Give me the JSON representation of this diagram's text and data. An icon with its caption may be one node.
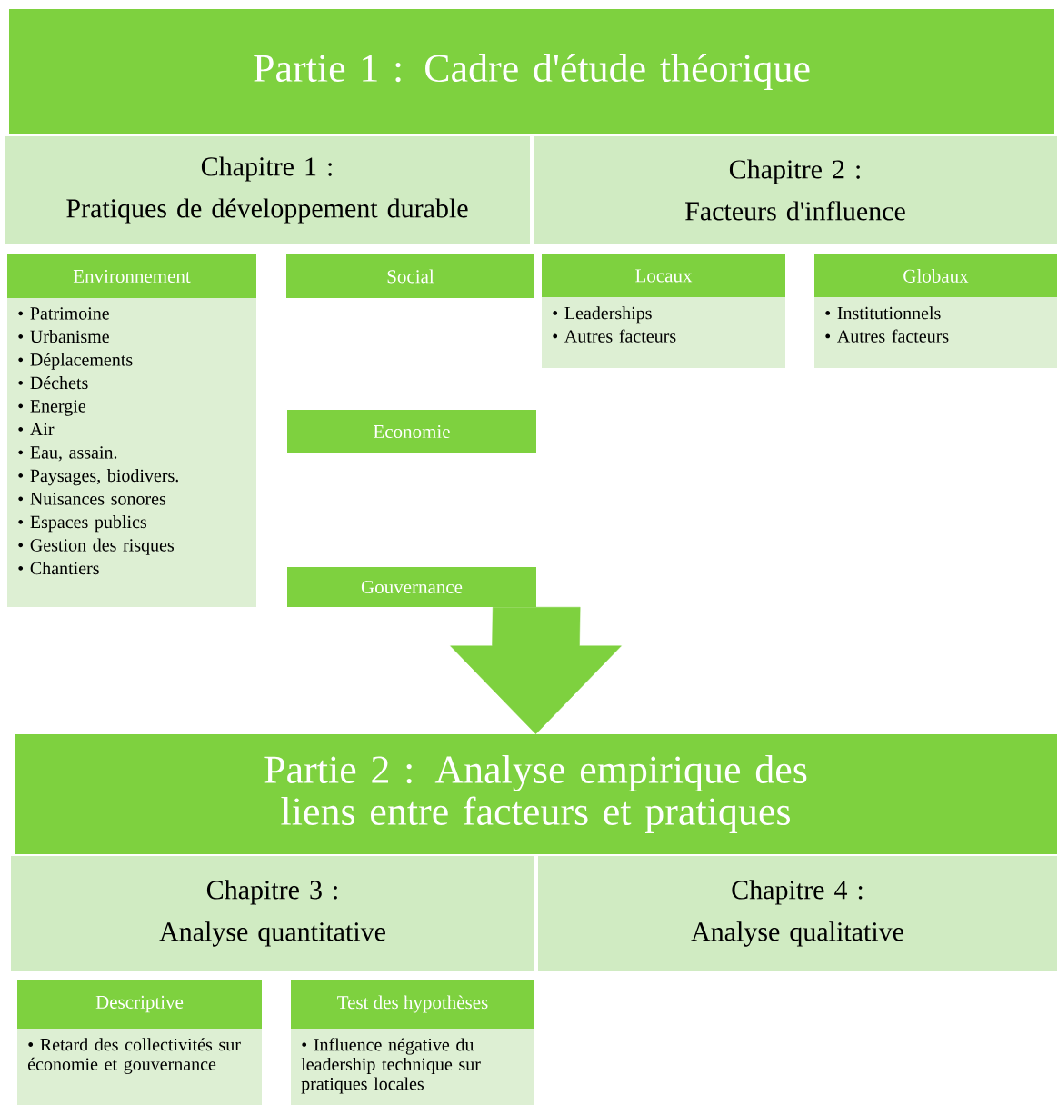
{
  "diagram": {
    "nodes": [
      {
        "text": [
          "Partie 1 : Cadre d'étude théorique"
        ]
      },
      {
        "text": [
          "Chapitre 1 :",
          "Pratiques de développement durable"
        ]
      },
      {
        "text": [
          "Chapitre 2 :",
          "Facteurs d'influence"
        ]
      },
      {
        "text": [
          "Environnement",
          "• Patrimoine",
          "• Urbanisme",
          "• Déplacements",
          "• Déchets",
          "• Energie",
          "• Air",
          "• Eau, assain.",
          "• Paysages, biodivers.",
          "• Nuisances sonores",
          "• Espaces publics",
          "• Gestion des risques",
          "• Chantiers"
        ]
      },
      {
        "text": [
          "Social"
        ]
      },
      {
        "text": [
          "Economie"
        ]
      },
      {
        "text": [
          "Gouvernance"
        ]
      },
      {
        "text": [
          "Locaux",
          "• Leaderships",
          "• Autres facteurs"
        ]
      },
      {
        "text": [
          "Globaux",
          "• Institutionnels",
          "• Autres facteurs"
        ]
      },
      {
        "text": [
          "Partie 2 : Analyse empirique des liens entre facteurs et pratiques"
        ]
      },
      {
        "text": [
          "Chapitre 3 :",
          "Analyse quantitative"
        ]
      },
      {
        "text": [
          "Chapitre 4 :",
          "Analyse qualitative"
        ]
      },
      {
        "text": [
          "Descriptive",
          "• Retard des collectivités sur économie et gouvernance"
        ]
      },
      {
        "text": [
          "Test des hypothèses",
          "• Influence négative du leadership technique sur pratiques locales"
        ]
      }
    ],
    "edges": [
      {
        "from": 6,
        "to": 9,
        "arrow": "to",
        "style": "thick"
      }
    ]
  }
}
